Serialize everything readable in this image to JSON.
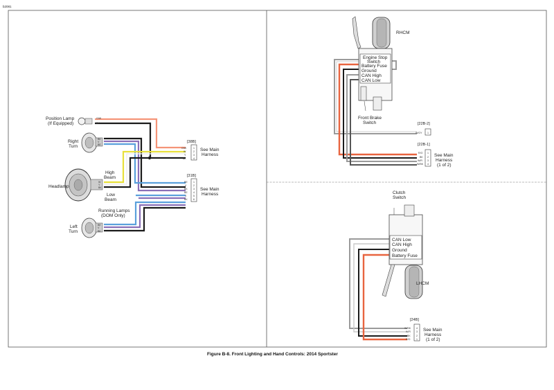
{
  "page": {
    "corner_code": "b2081",
    "caption": "Figure B-8. Front Lighting and Hand Controls: 2014 Sportster"
  },
  "colors": {
    "black": "#1a1a1a",
    "gray": "#9a9a9a",
    "red": "#e8643f",
    "orange": "#f59478",
    "yellow": "#e8e03a",
    "blue": "#5aa0dc",
    "violet": "#8a6fb8",
    "white": "#eeeeee",
    "brown": "#7a5a3a"
  },
  "left_panel": {
    "position_lamp": {
      "label_line1": "Position Lamp",
      "label_line2": "(If Equipped)",
      "wires": [
        "O/W",
        "BK"
      ]
    },
    "right_turn": {
      "label_line1": "Right",
      "label_line2": "Turn",
      "wires": [
        "BK",
        "V",
        "BE"
      ]
    },
    "headlamp": {
      "label": "Headlamp",
      "high_beam_line1": "High",
      "high_beam_line2": "Beam",
      "low_beam_line1": "Low",
      "low_beam_line2": "Beam",
      "wires": [
        "W",
        "Y",
        "BK"
      ]
    },
    "running_lamps": {
      "label_line1": "Running Lamps",
      "label_line2": "(DOM Only)"
    },
    "left_turn": {
      "label_line1": "Left",
      "label_line2": "Turn",
      "wires": [
        "BE",
        "V",
        "BK"
      ]
    },
    "connector_38b": {
      "id": "[38B]",
      "wires": [
        "O/W",
        "W",
        "Y",
        "BK"
      ],
      "pins": [
        "1",
        "2",
        "3",
        "4"
      ],
      "note_line1": "See Main",
      "note_line2": "Harness"
    },
    "connector_31b": {
      "id": "[31B]",
      "wires": [
        "BE",
        "V",
        "BK",
        "BE",
        "V",
        "BK"
      ],
      "pins": [
        "1",
        "2",
        "3",
        "4",
        "5",
        "6"
      ],
      "note_line1": "See Main",
      "note_line2": "Harness"
    }
  },
  "rhcm_panel": {
    "module_label": "RHCM",
    "switch_items": [
      "Engine Stop",
      "Switch",
      "Battery Fuse",
      "Ground",
      "CAN High",
      "CAN Low"
    ],
    "front_brake_line1": "Front Brake",
    "front_brake_line2": "Switch",
    "connector_22b2": {
      "id": "[22B-2]",
      "wires": [
        "W/GY"
      ],
      "pins": [
        "1"
      ]
    },
    "connector_22b1": {
      "id": "[22B-1]",
      "wires": [
        "R/O",
        "BK",
        "W/R",
        "W/BK"
      ],
      "pins": [
        "1",
        "2",
        "3",
        "4"
      ],
      "note_line1": "See Main",
      "note_line2": "Harness",
      "note_line3": "(1 of 2)"
    }
  },
  "lhcm_panel": {
    "clutch_line1": "Clutch",
    "clutch_line2": "Switch",
    "switch_items": [
      "CAN Low",
      "CAN High",
      "Ground",
      "Battery Fuse"
    ],
    "module_label": "LHCM",
    "connector_24b": {
      "id": "[24B]",
      "wires": [
        "W/BK",
        "W/R",
        "BK",
        "R/O"
      ],
      "pins": [
        "4",
        "3",
        "2",
        "1"
      ],
      "note_line1": "See Main",
      "note_line2": "Harness",
      "note_line3": "(1 of 2)"
    }
  }
}
